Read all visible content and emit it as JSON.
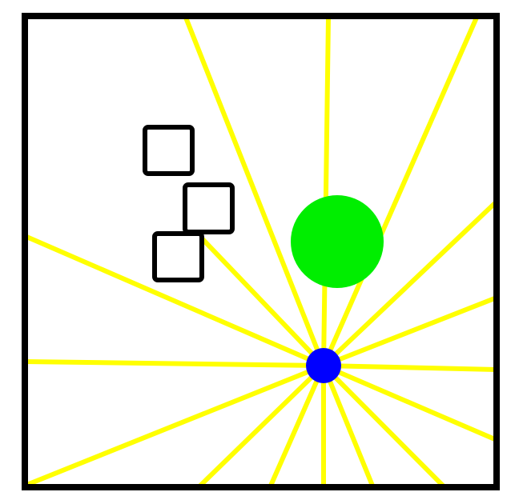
{
  "diagram": {
    "colors": {
      "background": "#ffffff",
      "frame": "#000000",
      "rays": "#ffff00",
      "source_dot": "#0000ff",
      "target_circle": "#00ee00",
      "obstacles": "#000000"
    },
    "elements": {
      "frame": "square-frame",
      "rays": "light-rays",
      "source": "blue-source-dot",
      "target": "green-circle",
      "obstacles": "black-square-outlines"
    }
  }
}
